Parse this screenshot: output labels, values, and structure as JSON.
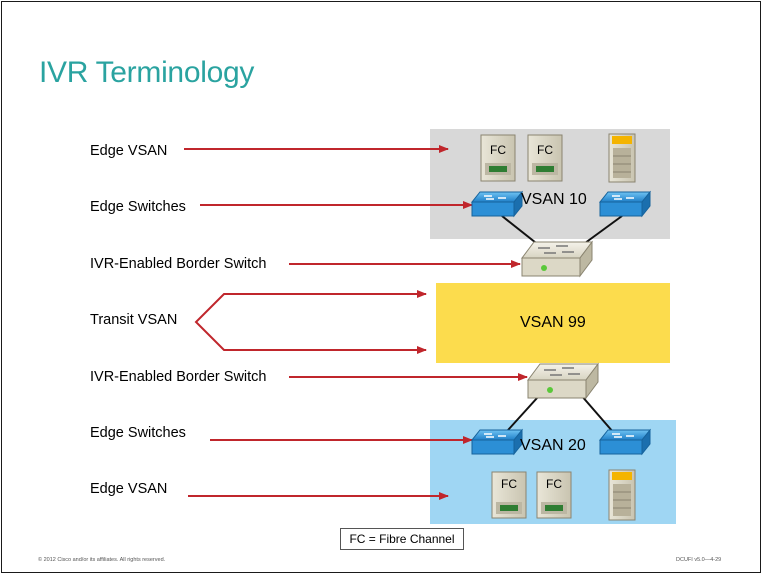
{
  "title": "IVR Terminology",
  "labels": {
    "edge_vsan_top": "Edge VSAN",
    "edge_switches_top": "Edge Switches",
    "border_switch_top": "IVR-Enabled Border Switch",
    "transit_vsan": "Transit VSAN",
    "border_switch_bottom": "IVR-Enabled Border Switch",
    "edge_switches_bottom": "Edge Switches",
    "edge_vsan_bottom": "Edge VSAN"
  },
  "zones": {
    "vsan10": "VSAN 10",
    "vsan99": "VSAN 99",
    "vsan20": "VSAN 20"
  },
  "device_labels": {
    "fc": "FC"
  },
  "legend": "FC = Fibre Channel",
  "footer": {
    "left": "© 2012 Cisco and/or its affiliates. All rights reserved.",
    "right": "DCUFI v5.0—4-29"
  },
  "colors": {
    "title": "#2aa3a0",
    "arrow": "#c0262c",
    "zone_vsan10": "#d8d8d8",
    "zone_vsan99": "#fcdc4d",
    "zone_vsan20": "#9fd6f3",
    "edge_switch": "#2c8fd6",
    "border_switch": "#e8e5d8"
  }
}
